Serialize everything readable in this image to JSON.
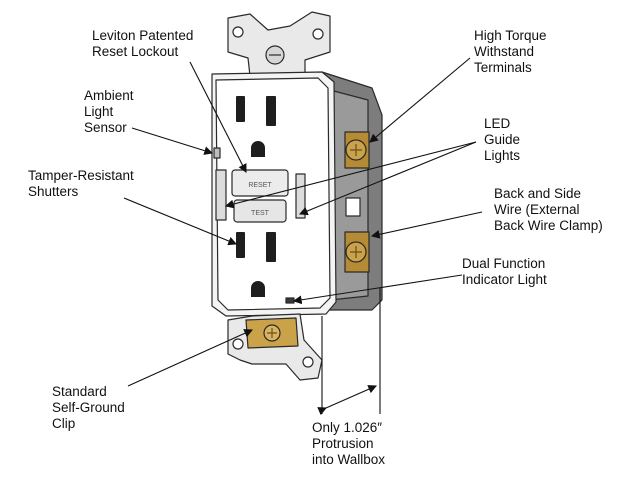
{
  "callouts": {
    "reset_lockout": "Leviton Patented\nReset Lockout",
    "high_torque": "High Torque\nWithstand\nTerminals",
    "ambient_sensor": "Ambient\nLight\nSensor",
    "led_guide": "LED\nGuide\nLights",
    "tamper_shutters": "Tamper-Resistant\nShutters",
    "back_side_wire": "Back and Side\nWire (External\nBack Wire Clamp)",
    "dual_function": "Dual Function\nIndicator Light",
    "self_ground": "Standard\nSelf-Ground\nClip",
    "protrusion": "Only 1.026″\nProtrusion\ninto Wallbox"
  },
  "faceplate": {
    "reset_button": "RESET",
    "test_button": "TEST"
  },
  "colors": {
    "outline": "#2a2a2a",
    "body_white": "#f4f4f4",
    "housing_grey": "#7d7d7d",
    "brass": "#c9a24a"
  }
}
